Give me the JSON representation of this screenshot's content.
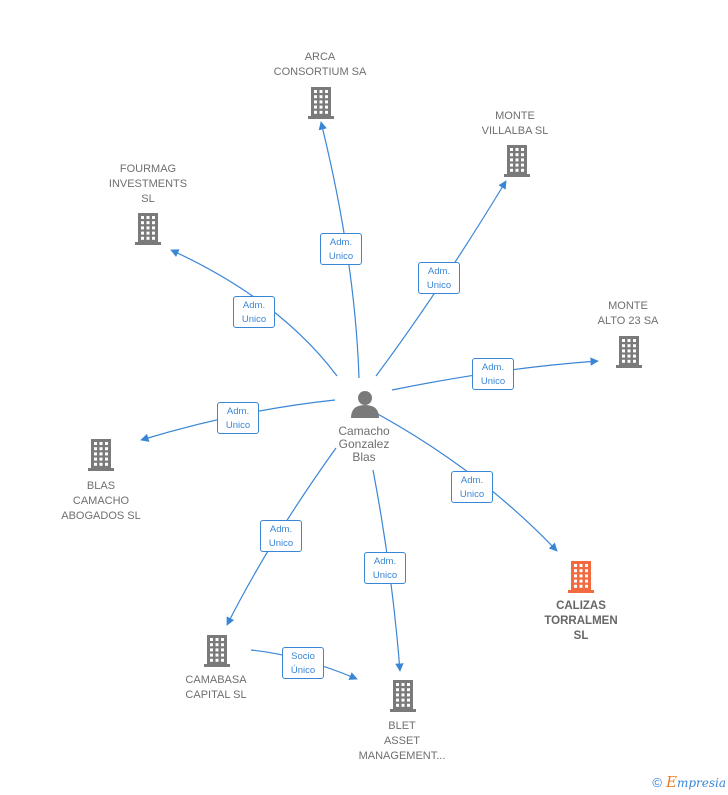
{
  "center": {
    "lines": [
      "Camacho",
      "Gonzalez",
      "Blas"
    ]
  },
  "nodes": [
    {
      "id": "arca",
      "lines": [
        "ARCA",
        "CONSORTIUM SA"
      ],
      "highlight": false
    },
    {
      "id": "monte-villalba",
      "lines": [
        "MONTE",
        "VILLALBA SL"
      ],
      "highlight": false
    },
    {
      "id": "fourmag",
      "lines": [
        "FOURMAG",
        "INVESTMENTS",
        "SL"
      ],
      "highlight": false
    },
    {
      "id": "monte-alto",
      "lines": [
        "MONTE",
        "ALTO 23 SA"
      ],
      "highlight": false
    },
    {
      "id": "blas-camacho",
      "lines": [
        "BLAS",
        "CAMACHO",
        "ABOGADOS SL"
      ],
      "highlight": false
    },
    {
      "id": "calizas",
      "lines": [
        "CALIZAS",
        "TORRALMEN",
        "SL"
      ],
      "highlight": true
    },
    {
      "id": "camabasa",
      "lines": [
        "CAMABASA",
        "CAPITAL  SL"
      ],
      "highlight": false
    },
    {
      "id": "blet",
      "lines": [
        "BLET",
        "ASSET",
        "MANAGEMENT..."
      ],
      "highlight": false
    }
  ],
  "edges": [
    {
      "to": "arca",
      "lines": [
        "Adm.",
        "Unico"
      ]
    },
    {
      "to": "monte-villalba",
      "lines": [
        "Adm.",
        "Unico"
      ]
    },
    {
      "to": "fourmag",
      "lines": [
        "Adm.",
        "Unico"
      ]
    },
    {
      "to": "monte-alto",
      "lines": [
        "Adm.",
        "Unico"
      ]
    },
    {
      "to": "blas-camacho",
      "lines": [
        "Adm.",
        "Unico"
      ]
    },
    {
      "to": "calizas",
      "lines": [
        "Adm.",
        "Unico"
      ]
    },
    {
      "to": "camabasa",
      "lines": [
        "Adm.",
        "Unico"
      ]
    },
    {
      "to": "blet",
      "lines": [
        "Adm.",
        "Unico"
      ]
    },
    {
      "from": "camabasa",
      "to": "blet",
      "lines": [
        "Socio",
        "Único"
      ]
    }
  ],
  "footer": {
    "copyright": "©",
    "brand_first": "E",
    "brand_rest": "mpresia"
  },
  "colors": {
    "edge": "#3a86d6",
    "building": "#7a7a7a",
    "building_highlight": "#f26a3d",
    "person": "#7a7a7a"
  }
}
